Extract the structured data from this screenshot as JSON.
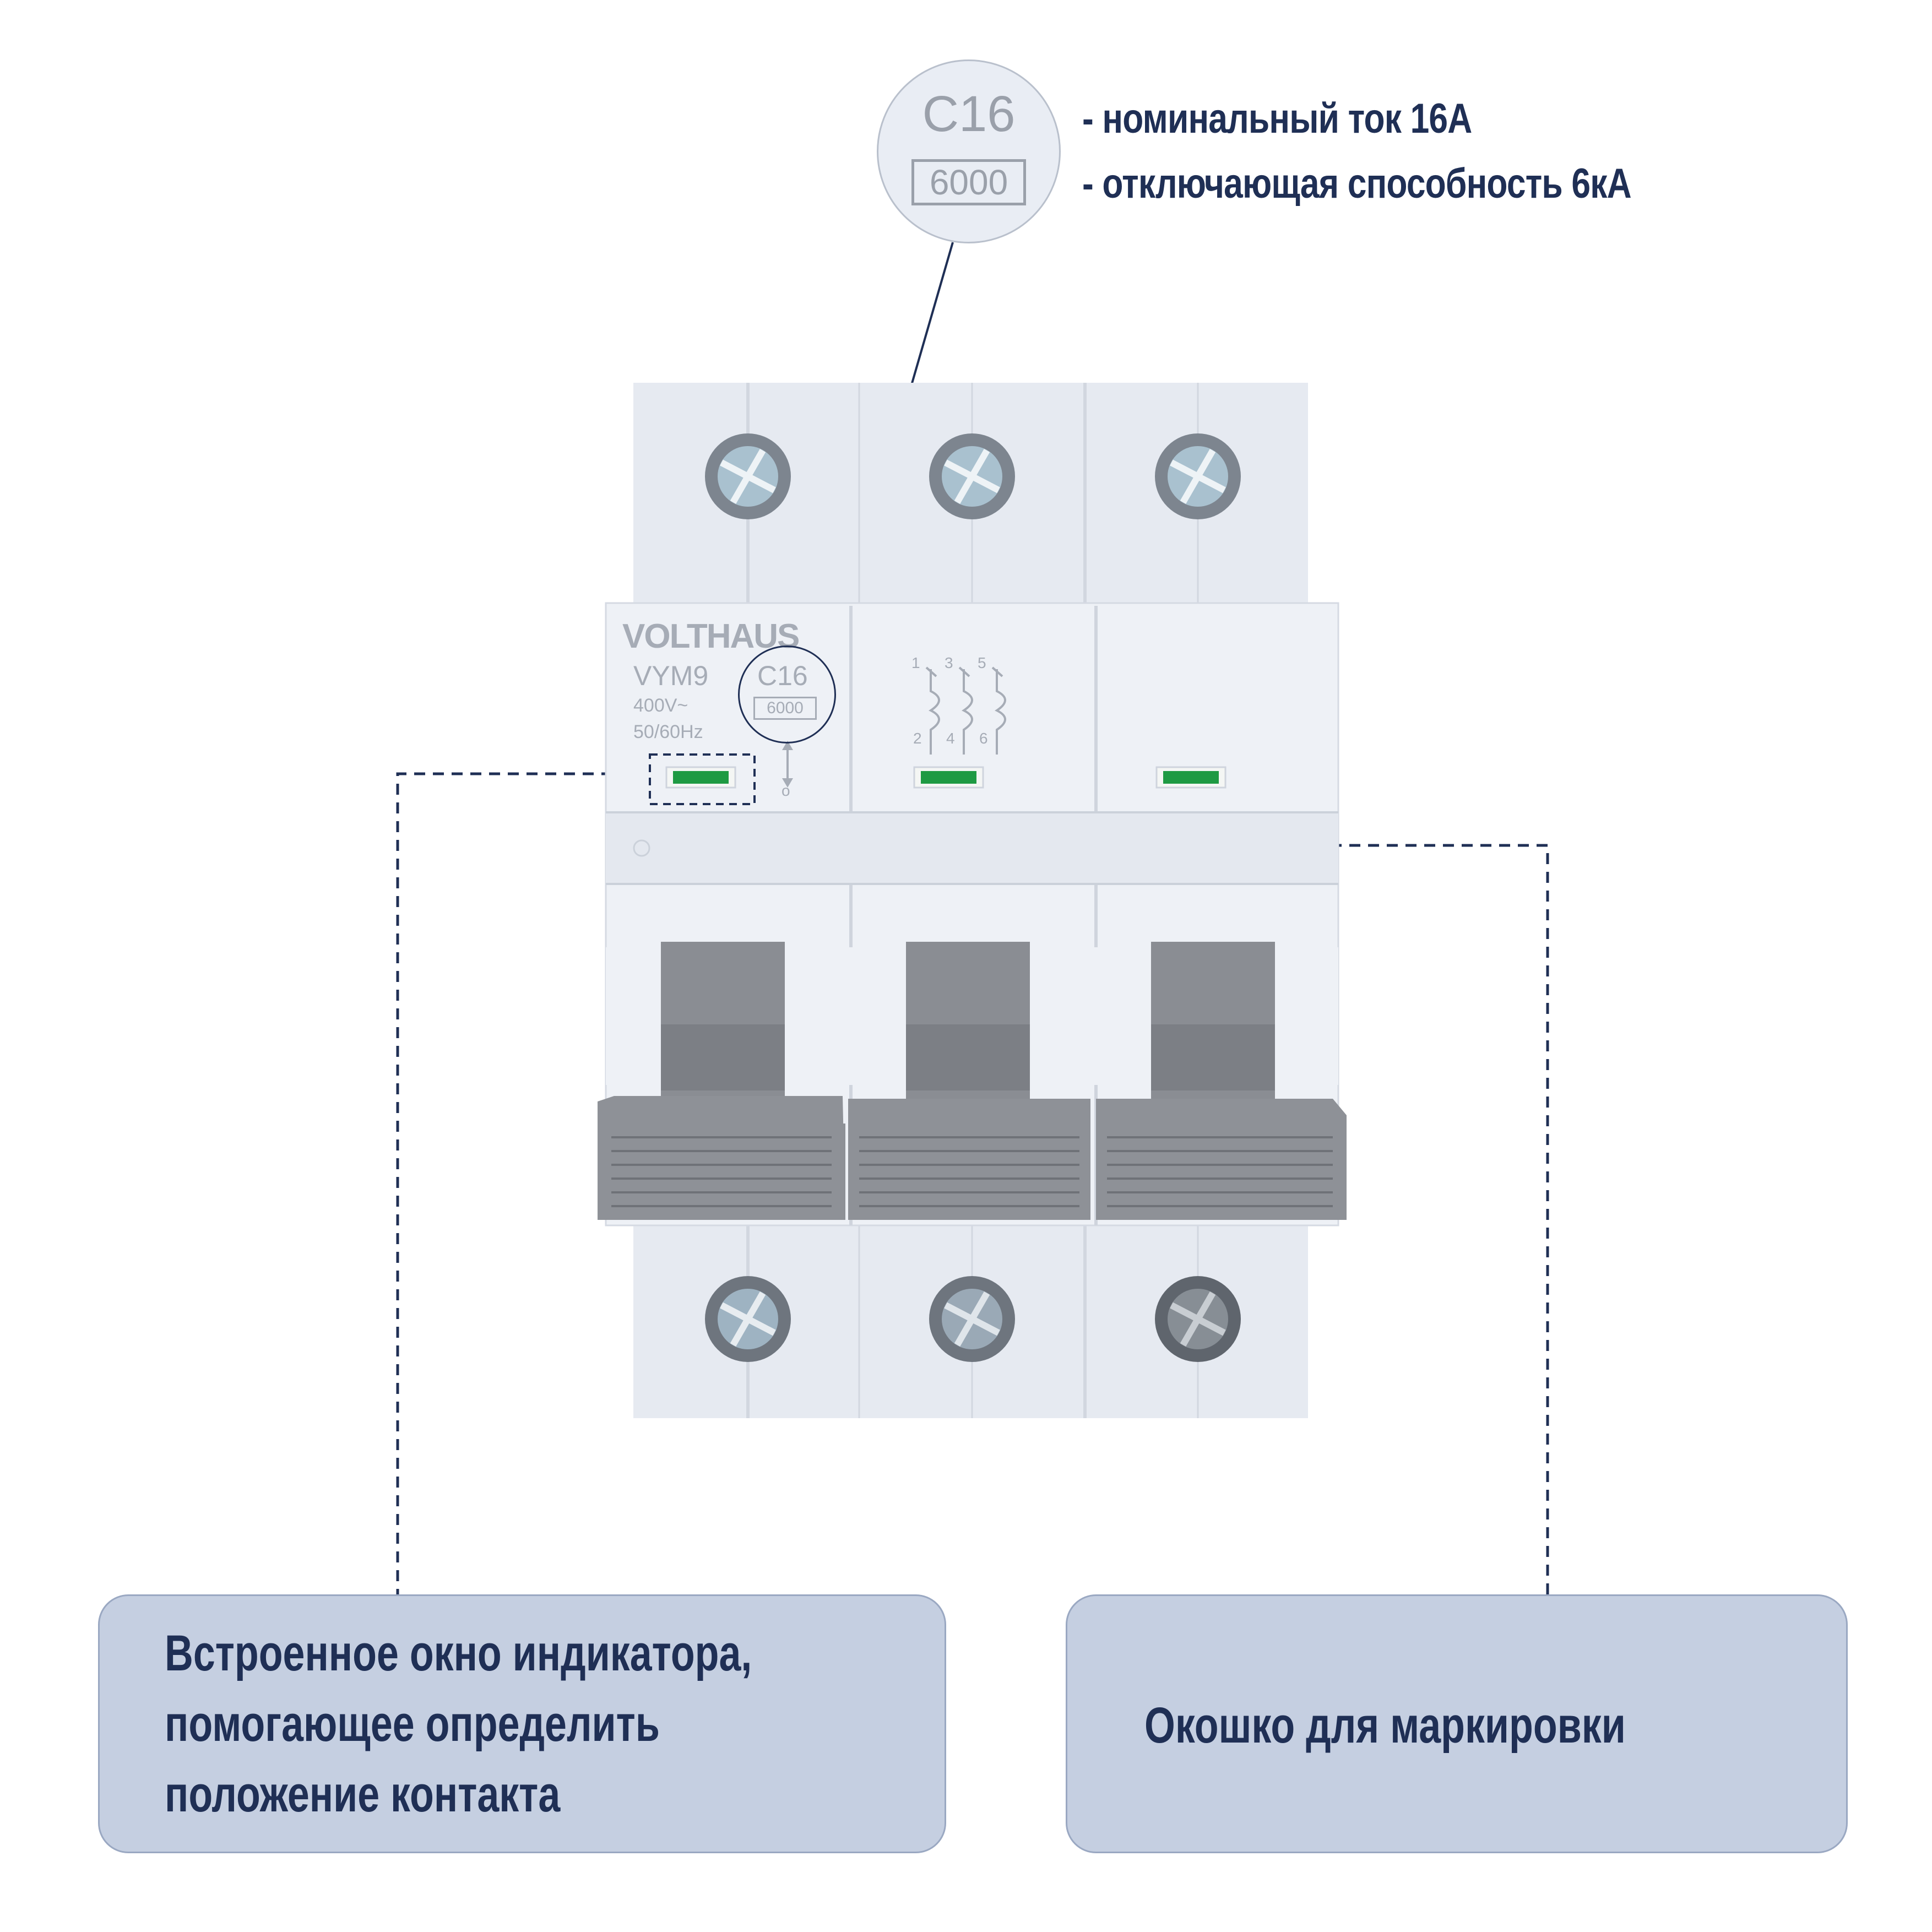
{
  "device": {
    "brand": "VOLTHAUS",
    "model": "VYM9",
    "voltage": "400V~",
    "frequency": "50/60Hz",
    "rating": "C16",
    "breaking_capacity": "6000",
    "terminals_top": [
      "1",
      "3",
      "5"
    ],
    "terminals_bottom": [
      "2",
      "4",
      "6"
    ],
    "off_symbol": "o"
  },
  "zoom_badge": {
    "rating": "C16",
    "breaking_capacity": "6000"
  },
  "specs": [
    "- номинальный ток 16А",
    "- отключающая способность 6кА"
  ],
  "callouts": {
    "indicator": [
      "Встроенное окно индикатора,",
      "помогающее определить",
      "положение контакта"
    ],
    "marking": "Окошко для маркировки"
  },
  "colors": {
    "accent_text": "#1f2f55",
    "callout_fill": "#c5cfe1",
    "indicator_green": "#1e9a43",
    "handle_gray": "#8a8d93"
  }
}
